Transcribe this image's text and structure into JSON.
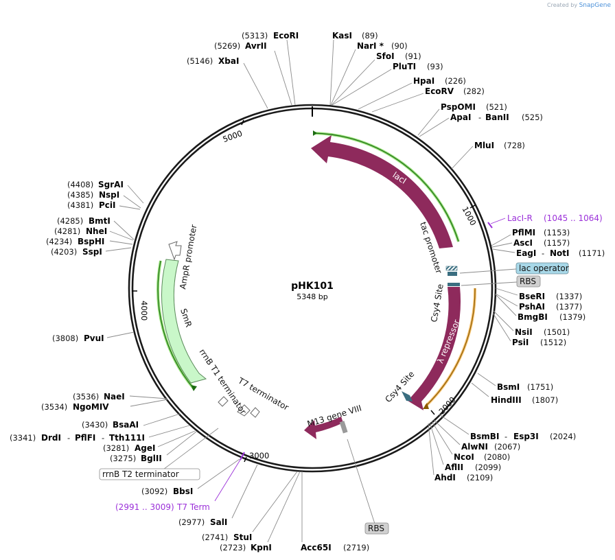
{
  "watermark": {
    "prefix": "Created by",
    "brand": "SnapGene"
  },
  "plasmid": {
    "name": "pHK101",
    "length_label": "5348 bp"
  },
  "ticks": [
    "1000",
    "2000",
    "3000",
    "4000",
    "5000"
  ],
  "features": {
    "lacI": "lacI",
    "tac_promoter": "tac promoter",
    "lac_operator": "lac operator",
    "rbs1": "RBS",
    "csy4_site_1": "Csy4 Site",
    "lambda_repressor": "λ repressor",
    "csy4_site_2": "Csy4 Site",
    "m13_gene_viii": "M13 gene VIII",
    "rbs2": "RBS",
    "t7_terminator": "T7 terminator",
    "rrnb_t1": "rrnB T1 terminator",
    "rrnb_t2": "rrnB T2 terminator",
    "smr": "SmR",
    "ampr_promoter": "AmpR promoter"
  },
  "primers": {
    "lacI_R": {
      "name": "LacI-R",
      "range": "(1045 .. 1064)"
    },
    "t7_term": {
      "name": "T7 Term",
      "range": "(2991 .. 3009)"
    }
  },
  "sites": {
    "ecori": {
      "name": "EcoRI",
      "pos": "(5313)"
    },
    "avrii": {
      "name": "AvrII",
      "pos": "(5269)"
    },
    "xbai": {
      "name": "XbaI",
      "pos": "(5146)"
    },
    "kasi": {
      "name": "KasI",
      "pos": "(89)"
    },
    "nari": {
      "name": "NarI *",
      "pos": "(90)"
    },
    "sfoi": {
      "name": "SfoI",
      "pos": "(91)"
    },
    "pluti": {
      "name": "PluTI",
      "pos": "(93)"
    },
    "hpai": {
      "name": "HpaI",
      "pos": "(226)"
    },
    "ecorv": {
      "name": "EcoRV",
      "pos": "(282)"
    },
    "pspomi": {
      "name": "PspOMI",
      "pos": "(521)"
    },
    "apai": {
      "name": "ApaI",
      "sep": "-",
      "name2": "BanII",
      "pos": "(525)"
    },
    "mlui": {
      "name": "MluI",
      "pos": "(728)"
    },
    "pflmi": {
      "name": "PflMI",
      "pos": "(1153)"
    },
    "asci": {
      "name": "AscI",
      "pos": "(1157)"
    },
    "eagi": {
      "name": "EagI",
      "sep": "-",
      "name2": "NotI",
      "pos": "(1171)"
    },
    "bseri": {
      "name": "BseRI",
      "pos": "(1337)"
    },
    "pshai": {
      "name": "PshAI",
      "pos": "(1377)"
    },
    "bmgbi": {
      "name": "BmgBI",
      "pos": "(1379)"
    },
    "nsii": {
      "name": "NsiI",
      "pos": "(1501)"
    },
    "psii": {
      "name": "PsiI",
      "pos": "(1512)"
    },
    "bsmi": {
      "name": "BsmI",
      "pos": "(1751)"
    },
    "hindiii": {
      "name": "HindIII",
      "pos": "(1807)"
    },
    "bsmbi": {
      "name": "BsmBI",
      "sep": "-",
      "name2": "Esp3I",
      "pos": "(2024)"
    },
    "alwni": {
      "name": "AlwNI",
      "pos": "(2067)"
    },
    "ncoi": {
      "name": "NcoI",
      "pos": "(2080)"
    },
    "aflii": {
      "name": "AflII",
      "pos": "(2099)"
    },
    "ahdi": {
      "name": "AhdI",
      "pos": "(2109)"
    },
    "acc65i": {
      "name": "Acc65I",
      "pos": "(2719)"
    },
    "kpni": {
      "name": "KpnI",
      "pos": "(2723)"
    },
    "stui": {
      "name": "StuI",
      "pos": "(2741)"
    },
    "sali": {
      "name": "SalI",
      "pos": "(2977)"
    },
    "bbsi": {
      "name": "BbsI",
      "pos": "(3092)"
    },
    "bglii": {
      "name": "BglII",
      "pos": "(3275)"
    },
    "agei": {
      "name": "AgeI",
      "pos": "(3281)"
    },
    "drdi": {
      "name": "DrdI",
      "sep": "-",
      "name2": "PflFI",
      "sep2": "-",
      "name3": "Tth111I",
      "pos": "(3341)"
    },
    "bsaai": {
      "name": "BsaAI",
      "pos": "(3430)"
    },
    "ngomiv": {
      "name": "NgoMIV",
      "pos": "(3534)"
    },
    "naei": {
      "name": "NaeI",
      "pos": "(3536)"
    },
    "pvui": {
      "name": "PvuI",
      "pos": "(3808)"
    },
    "sspi": {
      "name": "SspI",
      "pos": "(4203)"
    },
    "bsphi": {
      "name": "BspHI",
      "pos": "(4234)"
    },
    "nhei": {
      "name": "NheI",
      "pos": "(4281)"
    },
    "bmti": {
      "name": "BmtI",
      "pos": "(4285)"
    },
    "pcii": {
      "name": "PciI",
      "pos": "(4381)"
    },
    "nspi": {
      "name": "NspI",
      "pos": "(4385)"
    },
    "sgrai": {
      "name": "SgrAI",
      "pos": "(4408)"
    }
  },
  "colors": {
    "backbone": "#1a1a1a",
    "cds": "#8e2a5c",
    "marker": "#c9f7c9",
    "marker_stroke": "#5a8a5a",
    "lac_operator_fill": "#a8d8e8",
    "rbs_fill": "#d0d0d0",
    "primer": "#9b30d9",
    "green_highlight": "#7ed957",
    "orange_highlight": "#f2b24a"
  },
  "icons": {
    "promoter": "open-arrow",
    "terminator": "t-shape",
    "operator": "striped-box"
  }
}
